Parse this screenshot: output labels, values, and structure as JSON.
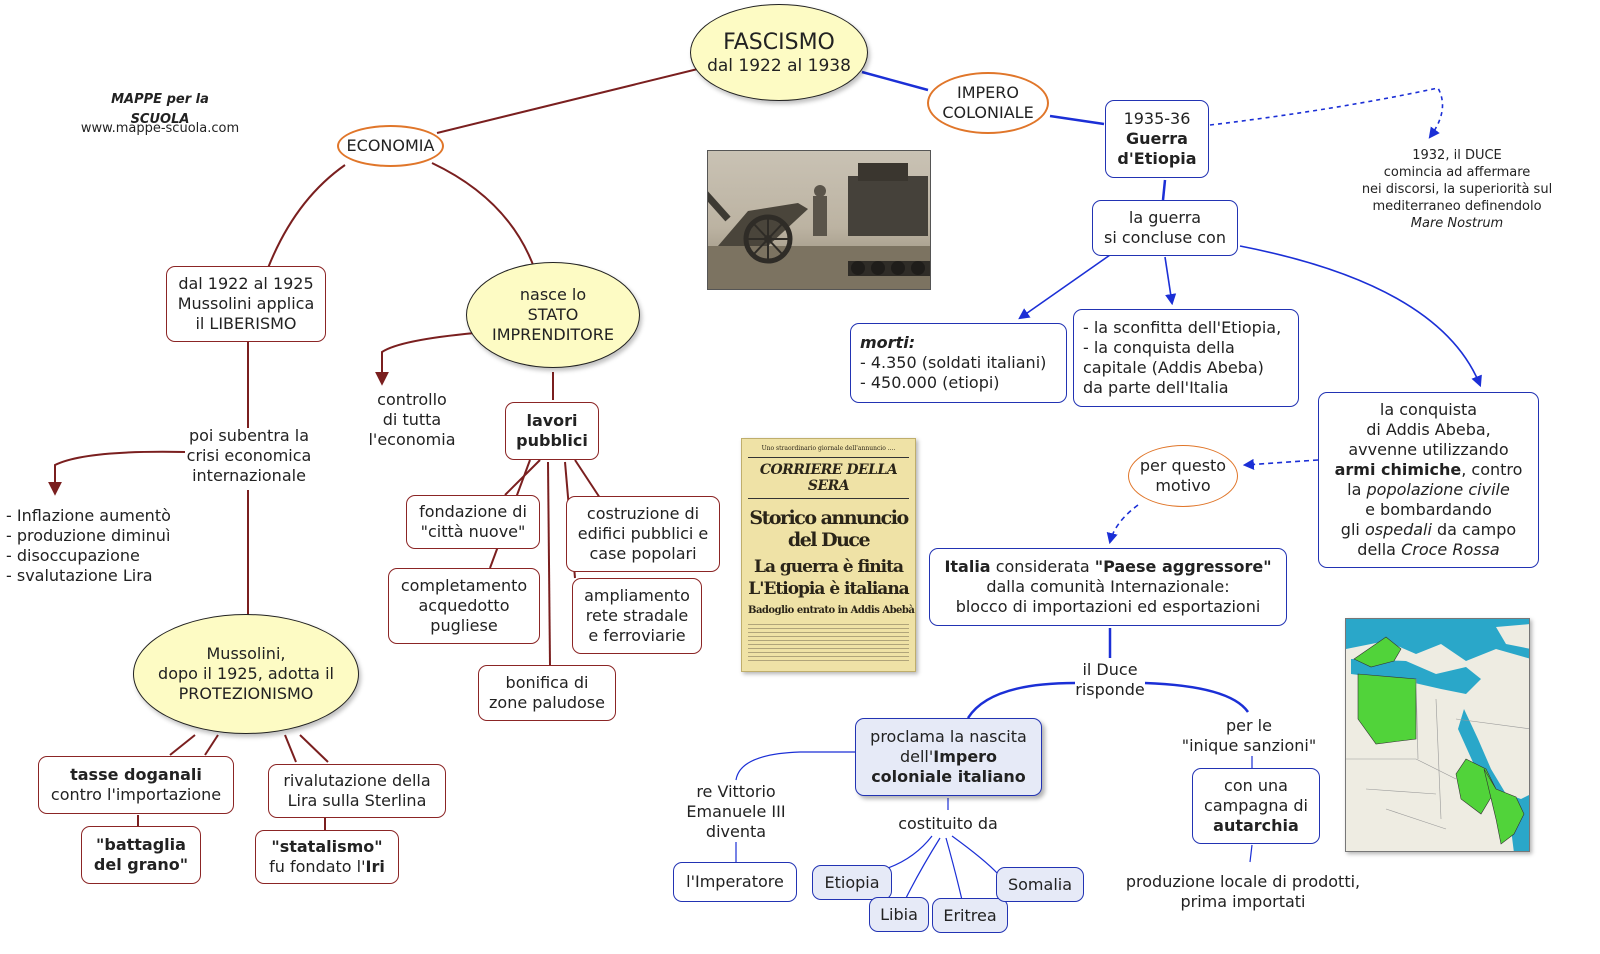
{
  "credit": {
    "title": "MAPPE per la SCUOLA",
    "url": "www.mappe-scuola.com"
  },
  "main": {
    "title": "FASCISMO",
    "subtitle": "dal 1922 al 1938"
  },
  "economia": {
    "label": "ECONOMIA",
    "liberismo": "dal 1922 al 1925\nMussolini applica\nil LIBERISMO",
    "crisi": "poi subentra la\ncrisi economica\ninternazionale",
    "effetti": "- Inflazione aumentò\n- produzione diminuì\n- disoccupazione\n- svalutazione Lira",
    "protezionismo": "Mussolini,\ndopo il 1925, adotta il\nPROTEZIONISMO",
    "tasse": {
      "bold": "tasse doganali",
      "text": "contro l'importazione"
    },
    "battaglia": "\"battaglia\ndel grano\"",
    "rivalutazione": "rivalutazione della\nLira sulla Sterlina",
    "statalismo": {
      "bold": "\"statalismo\"",
      "text": "fu fondato l'",
      "bold2": "Iri"
    },
    "stato": "nasce lo\nSTATO\nIMPRENDITORE",
    "controllo": "controllo\ndi tutta\nl'economia",
    "lavori": "lavori\npubblici",
    "citta": "fondazione di\n\"città nuove\"",
    "edifici": "costruzione di\nedifici pubblici e\ncase popolari",
    "acquedotto": "completamento\nacquedotto\npugliese",
    "rete": "ampliamento\nrete stradale\ne ferroviarie",
    "bonifica": "bonifica di\nzone paludose"
  },
  "impero": {
    "label": "IMPERO\nCOLONIALE",
    "guerra": {
      "year": "1935-36",
      "bold": "Guerra\nd'Etiopia"
    },
    "nota": {
      "text": "1932, il DUCE\ncomincia ad affermare\nnei discorsi, la superiorità sul\nmediterraneo definendolo",
      "italic": "Mare Nostrum"
    },
    "conclusione": "la guerra\nsi concluse con",
    "morti": {
      "title": "morti:",
      "lines": "- 4.350 (soldati italiani)\n- 450.000 (etiopi)"
    },
    "sconfitta": "- la sconfitta dell'Etiopia,\n- la conquista della\ncapitale (Addis Abeba)\nda parte dell'Italia",
    "conquista": {
      "p1": "la conquista\ndi Addis Abeba,\navvenne utilizzando\n",
      "b1": "armi chimiche",
      "p2": ", contro\nla ",
      "i1": "popolazione civile",
      "p3": "\ne bombardando\ngli ",
      "i2": "ospedali",
      "p4": "  da campo\ndella ",
      "i3": "Croce  Rossa"
    },
    "motivo": "per questo\nmotivo",
    "aggressore": {
      "b1": "Italia",
      "p1": " considerata ",
      "b2": "\"Paese aggressore\"",
      "p2": "\ndalla comunità  Internazionale:\nblocco di importazioni ed esportazioni"
    },
    "duce": "il Duce\nrisponde",
    "proclama": {
      "p1": "proclama la nascita\ndell'",
      "b1": "Impero\ncoloniale italiano"
    },
    "re": "re Vittorio\nEmanuele III\ndiventa",
    "imperatore": "l'Imperatore",
    "costituito": "costituito da",
    "colonie": [
      "Etiopia",
      "Libia",
      "Eritrea",
      "Somalia"
    ],
    "sanzioni": "per le\n\"inique sanzioni\"",
    "autarchia": {
      "p1": "con una\ncampagna di\n",
      "b1": "autarchia"
    },
    "produzione": "produzione locale di prodotti,\nprima  importati"
  },
  "newspaper": {
    "top": "Uno straordinario giornale dell'annuncio ....",
    "masthead": "CORRIERE DELLA SERA",
    "headline": "Storico annuncio del Duce",
    "line1": "La guerra è finita",
    "line2": "L'Etiopia è italiana",
    "line3": "Badoglio entrato in Addis Abebà"
  },
  "colors": {
    "red_line": "#7a1f1f",
    "blue_line": "#1b2fd6",
    "yellow": "#fdfbc4",
    "orange": "#e0762a",
    "light_blue": "#e6eaf7"
  }
}
